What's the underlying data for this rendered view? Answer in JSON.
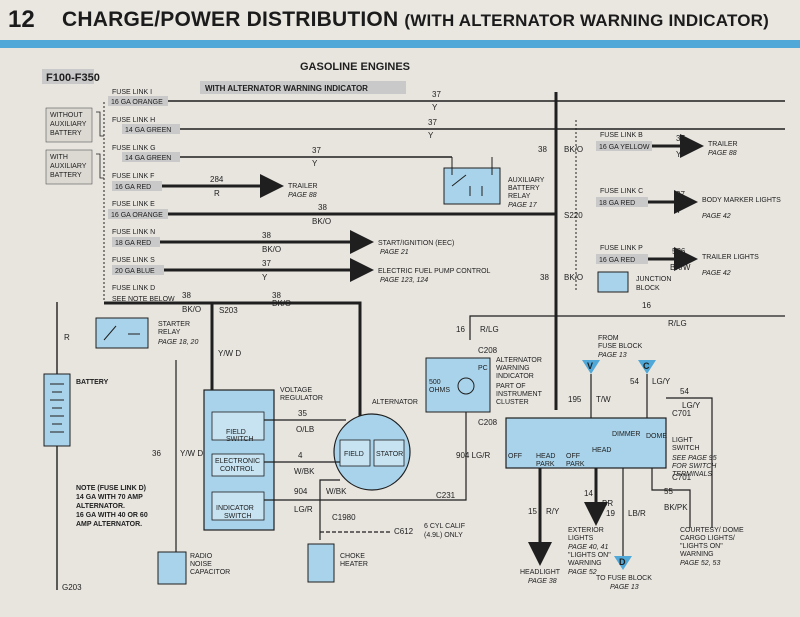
{
  "page": {
    "number": "12",
    "title": "CHARGE/POWER DISTRIBUTION",
    "subtitle": "(WITH ALTERNATOR WARNING INDICATOR)"
  },
  "diagram": {
    "section_title": "GASOLINE ENGINES",
    "model_range": "F100-F350",
    "with_alternator_warning": "WITH ALTERNATOR WARNING INDICATOR",
    "without_aux_battery": [
      "WITHOUT",
      "AUXILIARY",
      "BATTERY"
    ],
    "with_aux_battery": [
      "WITH",
      "AUXILIARY",
      "BATTERY"
    ],
    "fuse_links": [
      {
        "name": "FUSE LINK I",
        "gauge": "16 GA ORANGE",
        "circuit": "37",
        "color": "Y"
      },
      {
        "name": "FUSE LINK H",
        "gauge": "14 GA GREEN",
        "circuit": "37",
        "color": "Y"
      },
      {
        "name": "FUSE LINK G",
        "gauge": "14 GA GREEN",
        "circuit": "37",
        "color": "Y"
      },
      {
        "name": "FUSE LINK F",
        "gauge": "16 GA RED",
        "circuit": "284",
        "color": "R"
      },
      {
        "name": "FUSE LINK E",
        "gauge": "16 GA ORANGE",
        "circuit": "38",
        "color": "BK/O"
      },
      {
        "name": "FUSE LINK N",
        "gauge": "18 GA RED",
        "circuit": "38",
        "color": "BK/O"
      },
      {
        "name": "FUSE LINK S",
        "gauge": "20 GA BLUE",
        "circuit": "37",
        "color": "Y"
      },
      {
        "name": "FUSE LINK D",
        "gauge": "SEE NOTE BELOW",
        "circuit": "38",
        "color": "BK/O"
      }
    ],
    "right_fuse_links": [
      {
        "name": "FUSE LINK B",
        "gauge": "16 GA YELLOW",
        "circuit": "37",
        "color": "Y",
        "dest": "TRAILER",
        "page": "PAGE 88"
      },
      {
        "name": "FUSE LINK C",
        "gauge": "18 GA RED",
        "circuit": "37",
        "color": "Y",
        "dest": "BODY MARKER LIGHTS",
        "page": "PAGE 42"
      },
      {
        "name": "FUSE LINK P",
        "gauge": "16 GA RED",
        "circuit": "526",
        "color": "BK/W",
        "dest": "TRAILER LIGHTS",
        "page": "PAGE 42"
      }
    ],
    "destinations": {
      "trailer": "TRAILER",
      "trailer_page": "PAGE 88",
      "start_ignition": "START/IGNITION (EEC)",
      "start_page": "PAGE 21",
      "fuel_pump": "ELECTRIC FUEL PUMP CONTROL",
      "fuel_page": "PAGE 123, 124",
      "aux_relay": [
        "AUXILIARY",
        "BATTERY",
        "RELAY"
      ],
      "aux_relay_page": "PAGE 17",
      "junction": [
        "JUNCTION",
        "BLOCK"
      ]
    },
    "components": {
      "starter_relay": [
        "STARTER",
        "RELAY"
      ],
      "starter_page": "PAGE 18, 20",
      "battery": "BATTERY",
      "voltage_regulator": [
        "VOLTAGE",
        "REGULATOR"
      ],
      "field_switch": [
        "FIELD",
        "SWITCH"
      ],
      "electronic_control": [
        "ELECTRONIC",
        "CONTROL"
      ],
      "indicator_switch": [
        "INDICATOR",
        "SWITCH"
      ],
      "alternator": "ALTERNATOR",
      "field": "FIELD",
      "stator": "STATOR",
      "warning_indicator": [
        "ALTERNATOR",
        "WARNING",
        "INDICATOR"
      ],
      "warning_sub": [
        "PART OF",
        "INSTRUMENT",
        "CLUSTER"
      ],
      "ohms": [
        "500",
        "OHMS"
      ],
      "pc": "PC",
      "radio_cap": [
        "RADIO",
        "NOISE",
        "CAPACITOR"
      ],
      "choke": [
        "CHOKE",
        "HEATER"
      ],
      "light_switch": [
        "LIGHT",
        "SWITCH"
      ],
      "light_switch_note": [
        "SEE PAGE 95",
        "FOR SWITCH",
        "TERMINALS"
      ],
      "dimmer": "DIMMER",
      "off": "OFF",
      "park": "PARK",
      "head": "HEAD",
      "dome": "DOME",
      "from_fuse": [
        "FROM",
        "FUSE BLOCK"
      ],
      "from_fuse_page": "PAGE 13",
      "headlight": "HEADLIGHT",
      "headlight_page": "PAGE 38",
      "exterior": [
        "EXTERIOR",
        "LIGHTS"
      ],
      "exterior_pages": [
        "PAGE 40, 41",
        "\"LIGHTS ON\"",
        "WARNING",
        "PAGE 52"
      ],
      "to_fuse": "TO FUSE BLOCK",
      "to_fuse_page": "PAGE 13",
      "courtesy": [
        "COURTESY/ DOME",
        "CARGO LIGHTS/",
        "\"LIGHTS ON\"",
        "WARNING"
      ],
      "courtesy_page": "PAGE 52, 53",
      "six_cyl": [
        "6 CYL CALIF",
        "(4.9L) ONLY"
      ]
    },
    "note": [
      "NOTE (FUSE LINK D)",
      "14 GA WITH 70 AMP",
      "ALTERNATOR.",
      "16 GA WITH 40 OR 60",
      "AMP ALTERNATOR."
    ],
    "connectors": [
      "S220",
      "S203",
      "C208",
      "C208",
      "C612",
      "C231",
      "C1980",
      "G203",
      "C701",
      "C701"
    ],
    "wire_labels": {
      "w35": "35",
      "olb": "O/LB",
      "w4": "4",
      "wbk": "W/BK",
      "w904": "904",
      "lgr": "LG/R",
      "w36": "36",
      "ywd": "Y/W D",
      "w16": "16",
      "rlg": "R/LG",
      "w195": "195",
      "tw": "T/W",
      "w54": "54",
      "lgy": "LG/Y",
      "w55": "55",
      "bkpk": "BK/PK",
      "w14": "14",
      "br": "BR",
      "w19": "19",
      "lbr": "LB/R",
      "w15": "15",
      "ry": "R/Y",
      "w38": "38",
      "bko": "BK/O",
      "r": "R",
      "w904b": "904 LG/R"
    },
    "markers": [
      "V",
      "C",
      "D"
    ],
    "colors": {
      "component": "#a9d3ea",
      "band": "#4fa8d8",
      "wire": "#1f1f1f"
    }
  }
}
